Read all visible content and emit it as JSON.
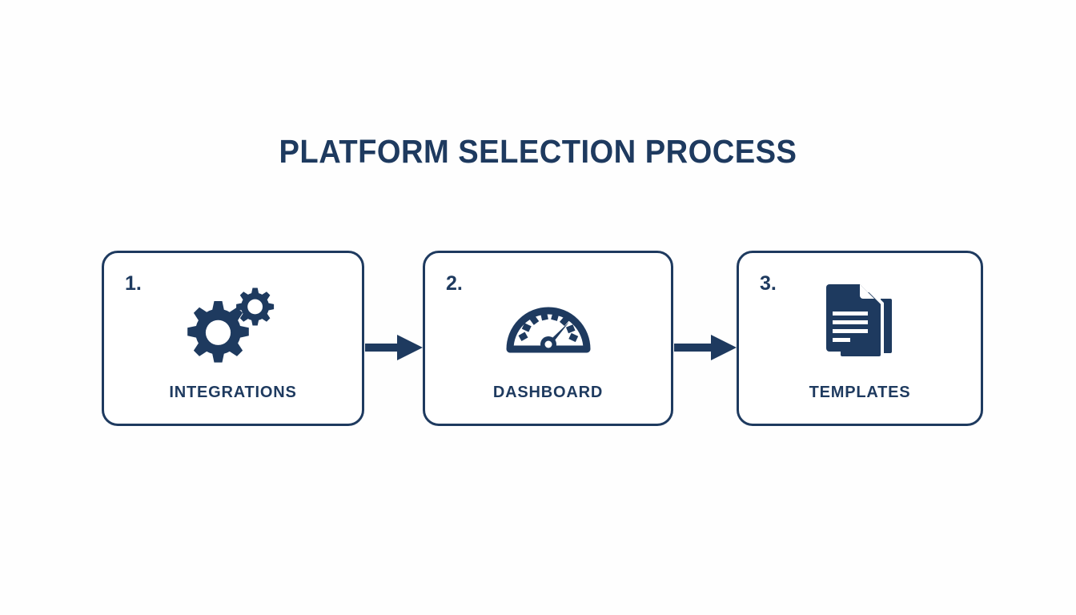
{
  "theme": {
    "background": "#fefefe",
    "navy": "#1e3a5f",
    "card_background": "#ffffff",
    "border_color": "#1e3a5f"
  },
  "header": {
    "title": "PLATFORM SELECTION PROCESS"
  },
  "diagram": {
    "type": "process-flow",
    "orientation": "horizontal",
    "step_count": 3,
    "steps": [
      {
        "number": "1.",
        "label": "INTEGRATIONS",
        "icon": "gears-icon"
      },
      {
        "number": "2.",
        "label": "DASHBOARD",
        "icon": "gauge-icon"
      },
      {
        "number": "3.",
        "label": "TEMPLATES",
        "icon": "documents-icon"
      }
    ],
    "connectors": [
      {
        "icon": "arrow-right-icon",
        "from": "1.",
        "to": "2."
      },
      {
        "icon": "arrow-right-icon",
        "from": "2.",
        "to": "3."
      }
    ]
  }
}
